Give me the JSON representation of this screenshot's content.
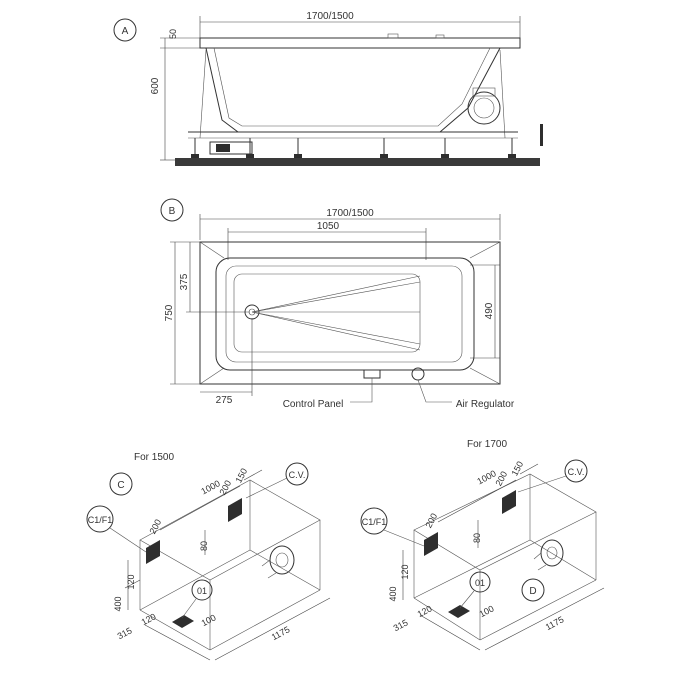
{
  "view_a": {
    "label": "A",
    "width_dim": "1700/1500",
    "rim_dim": "50",
    "height_dim": "600"
  },
  "view_b": {
    "label": "B",
    "outer_dim": "1700/1500",
    "inner_dim": "1050",
    "half_depth_dim": "375",
    "depth_dim": "750",
    "right_dim": "490",
    "offset_dim": "275",
    "control_panel": "Control Panel",
    "air_regulator": "Air Regulator"
  },
  "view_c": {
    "label": "C",
    "title": "For 1500",
    "cv": "C.V.",
    "c1f1": "C1/F1",
    "o1": "01",
    "d1000": "1000",
    "d200a": "200",
    "d150": "150",
    "d200b": "200",
    "d80": "80",
    "d120a": "120",
    "d400": "400",
    "d120b": "120",
    "d315": "315",
    "d100": "100",
    "d1175": "1175"
  },
  "view_d": {
    "label": "D",
    "title": "For 1700",
    "cv": "C.V.",
    "c1f1": "C1/F1",
    "o1": "01",
    "d1000": "1000",
    "d200a": "200",
    "d150": "150",
    "d200b": "200",
    "d80": "80",
    "d120a": "120",
    "d400": "400",
    "d120b": "120",
    "d315": "315",
    "d100": "100",
    "d1175": "1175"
  }
}
